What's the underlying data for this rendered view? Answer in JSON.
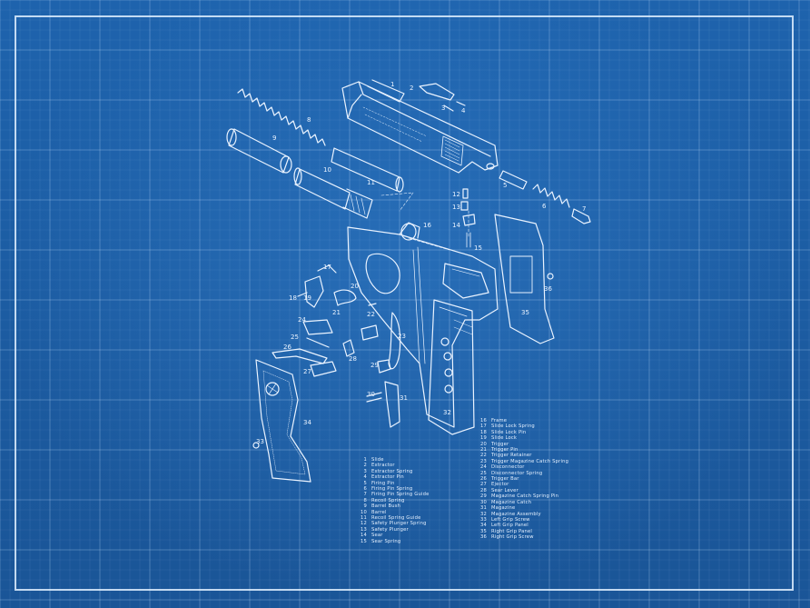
{
  "diagram": {
    "part_numbers": [
      "1",
      "2",
      "3",
      "4",
      "5",
      "6",
      "7",
      "8",
      "9",
      "10",
      "11",
      "12",
      "13",
      "14",
      "15",
      "16",
      "17",
      "18",
      "19",
      "20",
      "21",
      "22",
      "23",
      "24",
      "25",
      "26",
      "27",
      "28",
      "29",
      "30",
      "31",
      "32",
      "33",
      "34",
      "35",
      "36"
    ],
    "legend_left": [
      {
        "num": "1",
        "label": "Slide"
      },
      {
        "num": "2",
        "label": "Extractor"
      },
      {
        "num": "3",
        "label": "Extractor Spring"
      },
      {
        "num": "4",
        "label": "Extractor Pin"
      },
      {
        "num": "5",
        "label": "Firing Pin"
      },
      {
        "num": "6",
        "label": "Firing Pin Spring"
      },
      {
        "num": "7",
        "label": "Firing Pin Spring Guide"
      },
      {
        "num": "8",
        "label": "Recoil Spring"
      },
      {
        "num": "9",
        "label": "Barrel Bush"
      },
      {
        "num": "10",
        "label": "Barrel"
      },
      {
        "num": "11",
        "label": "Recoil Spring Guide"
      },
      {
        "num": "12",
        "label": "Safety Plunger Spring"
      },
      {
        "num": "13",
        "label": "Safety Plunger"
      },
      {
        "num": "14",
        "label": "Sear"
      },
      {
        "num": "15",
        "label": "Sear Spring"
      }
    ],
    "legend_right": [
      {
        "num": "16",
        "label": "Frame"
      },
      {
        "num": "17",
        "label": "Slide Lock Spring"
      },
      {
        "num": "18",
        "label": "Slide Lock Pin"
      },
      {
        "num": "19",
        "label": "Slide Lock"
      },
      {
        "num": "20",
        "label": "Trigger"
      },
      {
        "num": "21",
        "label": "Trigger Pin"
      },
      {
        "num": "22",
        "label": "Trigger Retainer"
      },
      {
        "num": "23",
        "label": "Trigger Magazine Catch Spring"
      },
      {
        "num": "24",
        "label": "Disconnector"
      },
      {
        "num": "25",
        "label": "Disconnector Spring"
      },
      {
        "num": "26",
        "label": "Trigger Bar"
      },
      {
        "num": "27",
        "label": "Ejector"
      },
      {
        "num": "28",
        "label": "Sear Lever"
      },
      {
        "num": "29",
        "label": "Magazine Catch Spring Pin"
      },
      {
        "num": "30",
        "label": "Magazine Catch"
      },
      {
        "num": "31",
        "label": "Magazine"
      },
      {
        "num": "32",
        "label": "Magazine Assembly"
      },
      {
        "num": "33",
        "label": "Left Grip Screw"
      },
      {
        "num": "34",
        "label": "Left Grip Panel"
      },
      {
        "num": "35",
        "label": "Right Grip Panel"
      },
      {
        "num": "36",
        "label": "Right Grip Screw"
      }
    ]
  }
}
